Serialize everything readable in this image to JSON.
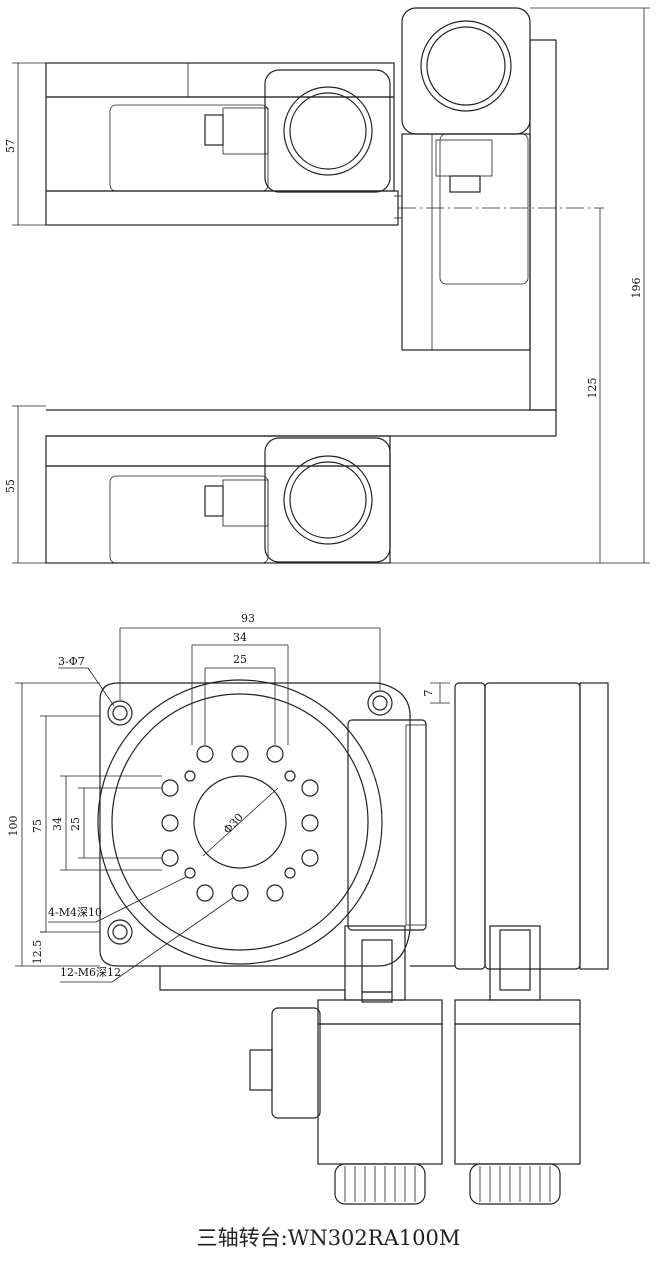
{
  "caption": "三轴转台:WN302RA100M",
  "side_view": {
    "dim_top_height": "57",
    "dim_bottom_height": "55",
    "dim_mid_height": "125",
    "dim_total_height": "196"
  },
  "plan_view": {
    "dim_overall_width": "93",
    "dim_outer_bolt": "34",
    "dim_inner_bolt": "25",
    "dim_left_34": "34",
    "dim_left_25": "25",
    "dim_height_100": "100",
    "dim_height_75": "75",
    "dim_bottom_12_5": "12.5",
    "dim_side_7": "7",
    "center_bore": "Φ30",
    "callout_mount_holes": "3-Φ7",
    "callout_m4": "4-M4深10",
    "callout_m6": "12-M6深12"
  }
}
